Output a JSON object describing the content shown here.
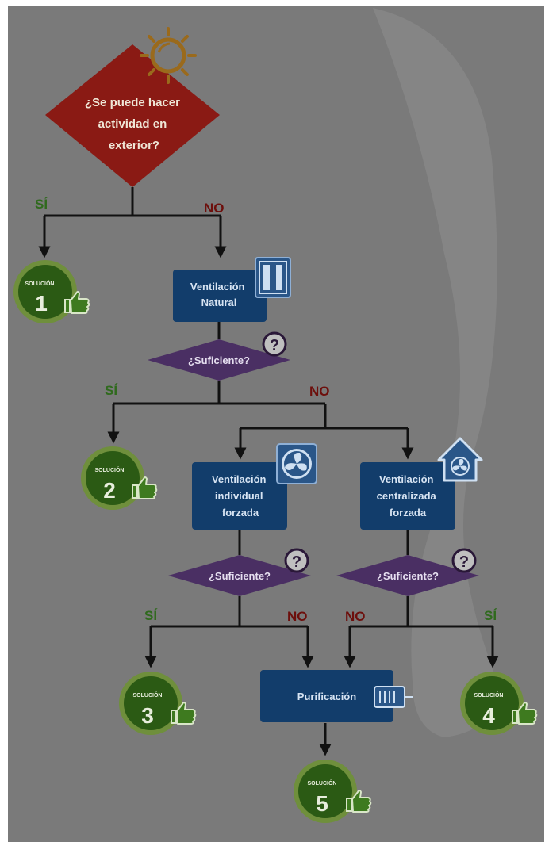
{
  "colors": {
    "background": "#7a7a7a",
    "bg_wave": "#868686",
    "decision_red": "#8a1a14",
    "process_blue": "#123d6b",
    "check_purple": "#4a2f63",
    "solution_green": "#2b5a14",
    "solution_ring": "#6f8f3c",
    "arrow": "#111111",
    "si_text": "#2f6a1d",
    "no_text": "#6d0f0c"
  },
  "start": {
    "question_lines": [
      "¿Se puede hacer",
      "actividad en",
      "exterior?"
    ],
    "icon": "sun-icon"
  },
  "labels": {
    "si": "SÍ",
    "no": "NO"
  },
  "process": {
    "natural": {
      "lines": [
        "Ventilación",
        "Natural"
      ],
      "icon": "window-icon"
    },
    "individual": {
      "lines": [
        "Ventilación",
        "individual",
        "forzada"
      ],
      "icon": "fan-icon"
    },
    "central": {
      "lines": [
        "Ventilación",
        "centralizada",
        "forzada"
      ],
      "icon": "house-fan-icon"
    },
    "purification": {
      "label": "Purificación",
      "icon": "air-purifier-icon"
    }
  },
  "checks": {
    "label": "¿Suficiente?",
    "icon": "question-icon",
    "mark": "?"
  },
  "solution": {
    "caption": "SOLUCIÓN",
    "numbers": [
      "1",
      "2",
      "3",
      "4",
      "5"
    ],
    "icon": "thumbs-up-icon"
  }
}
